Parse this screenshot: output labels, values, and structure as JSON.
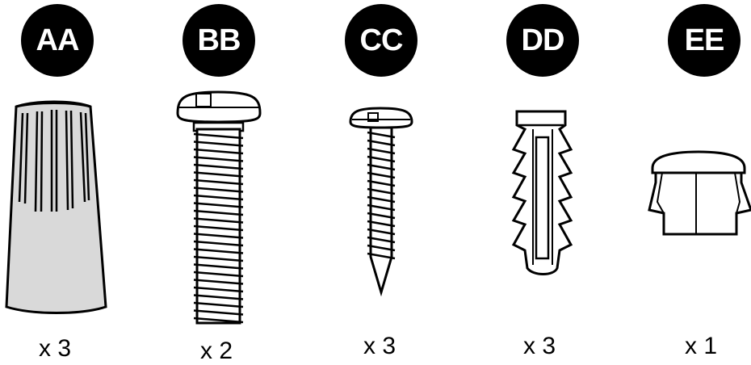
{
  "parts": [
    {
      "label": "AA",
      "quantity": "x 3",
      "item": "wire-nut-icon"
    },
    {
      "label": "BB",
      "quantity": "x 2",
      "item": "machine-screw-icon"
    },
    {
      "label": "CC",
      "quantity": "x 3",
      "item": "wood-screw-icon"
    },
    {
      "label": "DD",
      "quantity": "x 3",
      "item": "wall-anchor-icon"
    },
    {
      "label": "EE",
      "quantity": "x 1",
      "item": "hole-plug-icon"
    }
  ],
  "colors": {
    "badge": "#000000",
    "wire_nut_fill": "#d9d9d9",
    "outline": "#000000"
  }
}
